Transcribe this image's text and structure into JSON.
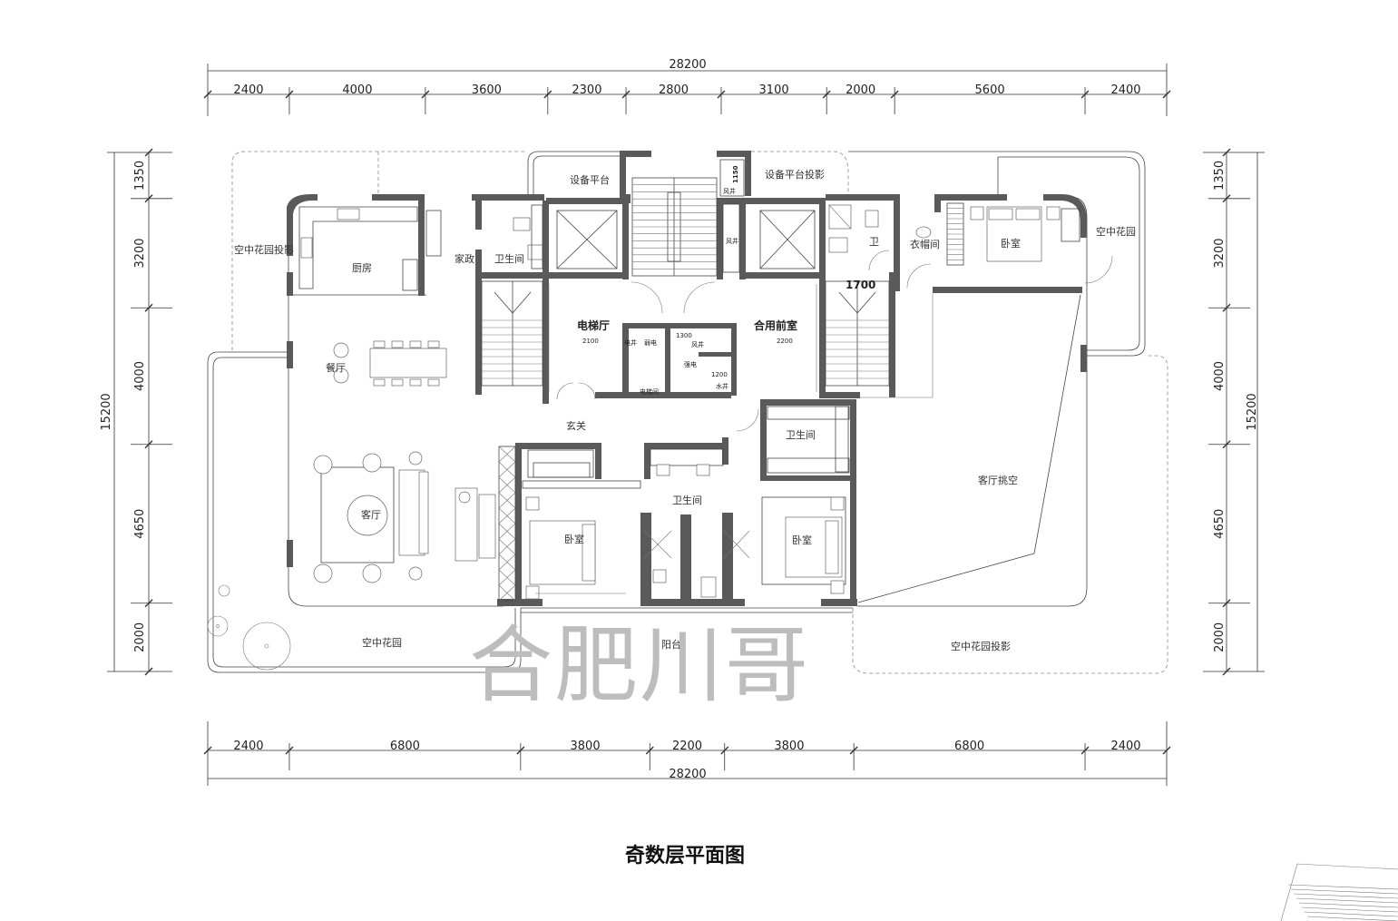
{
  "drawing_title": "奇数层平面图",
  "watermark": "合肥川哥",
  "dimensions": {
    "top_total": "28200",
    "top_segments": [
      "2400",
      "4000",
      "3600",
      "2300",
      "2800",
      "3100",
      "2000",
      "5600",
      "2400"
    ],
    "bottom_total": "28200",
    "bottom_segments": [
      "2400",
      "6800",
      "3800",
      "2200",
      "3800",
      "6800",
      "2400"
    ],
    "left_total": "15200",
    "left_segments": [
      "1350",
      "3200",
      "4000",
      "4650",
      "2000"
    ],
    "right_total": "15200",
    "right_segments": [
      "1350",
      "3200",
      "4000",
      "4650",
      "2000"
    ],
    "inner": [
      "1150",
      "1700",
      "2100",
      "2200",
      "1300",
      "1200"
    ]
  },
  "rooms": {
    "equipment_platform": "设备平台",
    "equipment_platform_proj": "设备平台投影",
    "sky_garden_proj_left": "空中花园投影",
    "kitchen": "厨房",
    "household": "家政",
    "bath_1": "卫生间",
    "wind_shaft_1": "风井",
    "wind_shaft_2": "风井",
    "wind_shaft_3": "风井",
    "elevator_hall": "电梯厅",
    "shared_lobby": "合用前室",
    "bath_small": "卫",
    "closet": "衣帽间",
    "bedroom_master": "卧室",
    "sky_garden_right": "空中花园",
    "dining": "餐厅",
    "foyer": "玄关",
    "bath_2": "卫生间",
    "bath_3": "卫生间",
    "living_void": "客厅挑空",
    "living": "客厅",
    "bedroom_2": "卧室",
    "bedroom_3": "卧室",
    "sky_garden_bottom": "空中花园",
    "balcony": "阳台",
    "sky_garden_proj_bottom": "空中花园投影",
    "elec": "电井",
    "weak_elec": "弱电",
    "strong_elec": "强电",
    "water": "水井",
    "elec_room": "电梯间"
  }
}
